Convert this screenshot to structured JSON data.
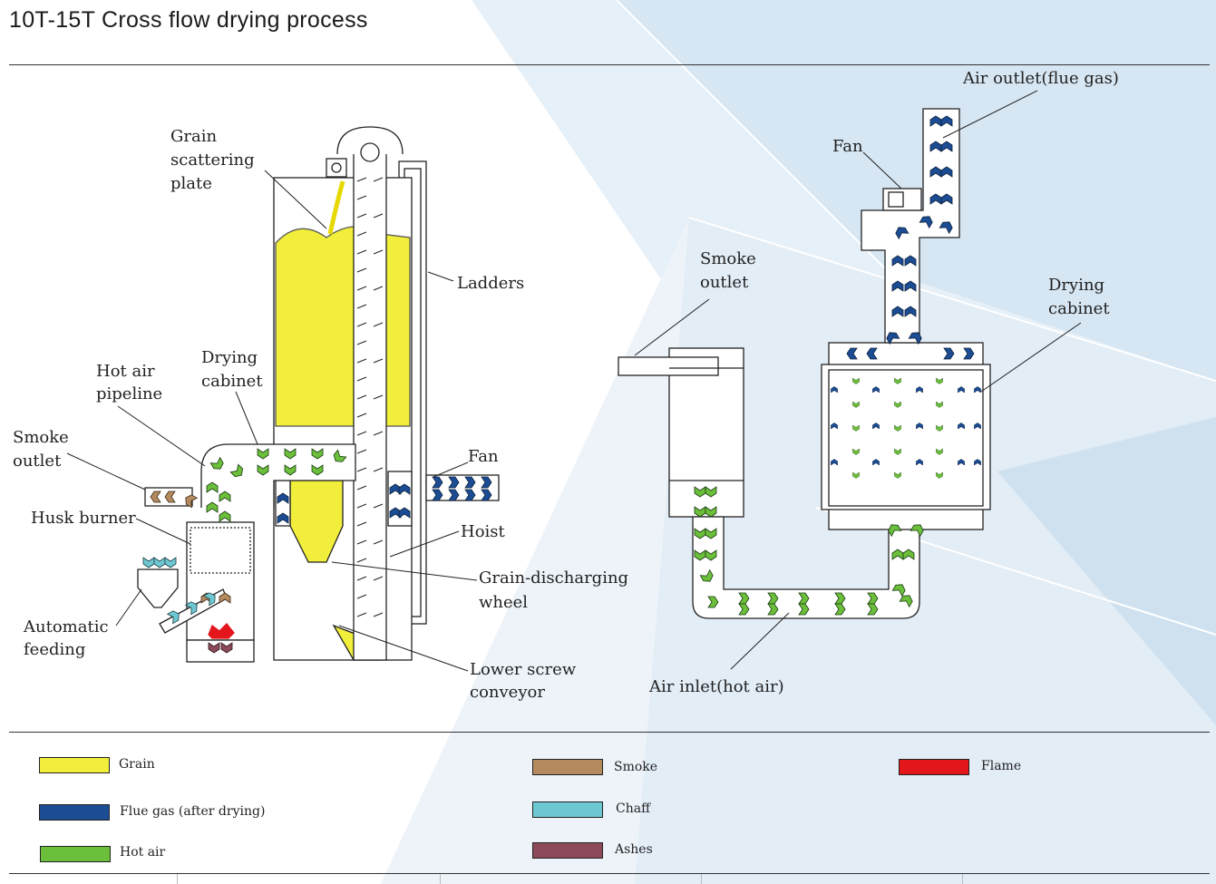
{
  "title": "10T-15T Cross flow drying process",
  "colors": {
    "grain": "#f2ee3c",
    "flue_gas": "#1c4d94",
    "hot_air": "#6bbf3a",
    "smoke": "#b48a5e",
    "chaff": "#6ec8d2",
    "ashes": "#8c4a5a",
    "flame": "#e3161b"
  },
  "left_labels": {
    "grain_scattering": [
      "Grain",
      "scattering",
      "plate"
    ],
    "ladders": "Ladders",
    "hot_air_pipeline": [
      "Hot air",
      "pipeline"
    ],
    "drying_cabinet": [
      "Drying",
      "cabinet"
    ],
    "smoke_outlet": [
      "Smoke",
      "outlet"
    ],
    "fan": "Fan",
    "husk_burner": "Husk burner",
    "hoist": "Hoist",
    "grain_discharging": [
      "Grain-discharging",
      "wheel"
    ],
    "automatic_feeding": [
      "Automatic",
      "feeding"
    ],
    "lower_screw": [
      "Lower screw",
      "conveyor"
    ]
  },
  "right_labels": {
    "air_outlet": "Air outlet(flue gas)",
    "fan": "Fan",
    "smoke_outlet": [
      "Smoke",
      "outlet"
    ],
    "drying_cabinet": [
      "Drying",
      "cabinet"
    ],
    "air_inlet": "Air inlet(hot air)"
  },
  "legend": {
    "grain": "Grain",
    "flue_gas": "Flue gas (after drying)",
    "hot_air": "Hot air",
    "smoke": "Smoke",
    "chaff": "Chaff",
    "ashes": "Ashes",
    "flame": "Flame"
  }
}
